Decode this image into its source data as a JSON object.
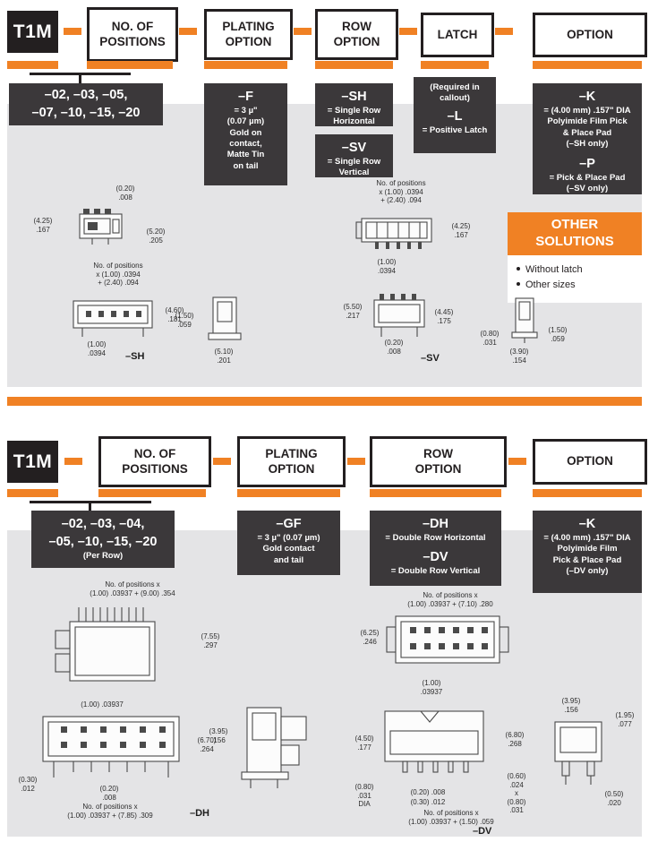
{
  "colors": {
    "orange": "#F08124",
    "dark_box": "#3B383A",
    "black": "#231F20",
    "panel_gray": "#E4E4E6"
  },
  "top": {
    "series": "T1M",
    "builder": [
      "NO. OF\nPOSITIONS",
      "PLATING\nOPTION",
      "ROW\nOPTION",
      "LATCH",
      "OPTION"
    ],
    "positions": "–02, –03, –05,\n–07, –10, –15, –20",
    "plating": {
      "code": "–F",
      "desc": "= 3 µ\"\n(0.07 µm)\nGold on\ncontact,\nMatte Tin\non tail"
    },
    "row_sh": {
      "code": "–SH",
      "desc": "= Single Row\nHorizontal"
    },
    "row_sv": {
      "code": "–SV",
      "desc": "= Single Row\nVertical"
    },
    "latch": {
      "note": "(Required in\ncallout)",
      "code": "–L",
      "desc": "= Positive Latch"
    },
    "option_k": {
      "code": "–K",
      "desc": "= (4.00 mm) .157\" DIA\nPolyimide Film Pick\n& Place Pad\n(–SH only)"
    },
    "option_p": {
      "code": "–P",
      "desc": "= Pick & Place Pad\n(–SV only)"
    },
    "other": {
      "title": "OTHER\nSOLUTIONS",
      "items": [
        "Without latch",
        "Other sizes"
      ]
    },
    "drawings": {
      "profile": {
        "dim_top": "(0.20)\n.008",
        "dim_left": "(4.25)\n.167",
        "dim_right": "(5.20)\n.205"
      },
      "svtop": {
        "dim_top": "No. of positions\nx (1.00) .0394\n+ (2.40) .094",
        "dim_right": "(4.25)\n.167",
        "dim_bottom": "(1.00)\n.0394"
      },
      "shfront": {
        "dim_top": "No. of positions\nx (1.00) .0394\n+ (2.40) .094",
        "dim_right": "(4.60)\n.181",
        "dim_bottom": "(1.00)\n.0394",
        "label": "–SH"
      },
      "shside": {
        "dim_left": "(1.50)\n.059",
        "dim_bottom": "(5.10)\n.201"
      },
      "svfront": {
        "dim_left": "(5.50)\n.217",
        "dim_right": "(4.45)\n.175",
        "dim_bottom": "(0.20)\n.008",
        "label": "–SV"
      },
      "svside": {
        "dim_left": "(0.80)\n.031",
        "dim_right": "(1.50)\n.059",
        "dim_bottom": "(3.90)\n.154"
      }
    }
  },
  "bottom": {
    "series": "T1M",
    "builder": [
      "NO. OF\nPOSITIONS",
      "PLATING\nOPTION",
      "ROW\nOPTION",
      "OPTION"
    ],
    "positions": "–02, –03, –04,\n–05, –10, –15, –20",
    "positions_note": "(Per Row)",
    "plating": {
      "code": "–GF",
      "desc": "= 3 µ\" (0.07 µm)\nGold contact\nand tail"
    },
    "row_dh": {
      "code": "–DH",
      "desc": "= Double Row Horizontal"
    },
    "row_dv": {
      "code": "–DV",
      "desc": "= Double Row Vertical"
    },
    "option_k": {
      "code": "–K",
      "desc": "= (4.00 mm) .157\" DIA\nPolyimide Film\nPick & Place Pad\n(–DV only)"
    },
    "drawings": {
      "dhtop": {
        "dim_top": "No. of positions x\n(1.00) .03937 + (9.00) .354",
        "dim_right": "(7.55)\n.297"
      },
      "dhfront": {
        "dim_top": "(1.00) .03937",
        "dim_right": "(6.70)\n.264",
        "dim_left": "(0.30)\n.012",
        "dim_bottom": "(0.20)\n.008",
        "dim_bottom2": "No. of positions x\n(1.00) .03937 + (7.85) .309",
        "label": "–DH"
      },
      "dhside": {
        "dim_left": "(3.95)\n.156"
      },
      "dvfront": {
        "dim_top": "No. of positions x\n(1.00) .03937 + (7.10) .280",
        "dim_left": "(6.25)\n.246",
        "dim_bottom": "(1.00)\n.03937"
      },
      "dvside": {
        "dim_left": "(4.50)\n.177",
        "dim_left2": "(0.80)\n.031\nDIA",
        "dim_right": "(6.80)\n.268",
        "dim_right2": "(0.60)\n.024\nx\n(0.80)\n.031",
        "dim_bottom": "(0.20) .008",
        "dim_bottom2": "(0.30) .012",
        "dim_bottom3": "No. of positions x\n(1.00) .03937 + (1.50) .059",
        "label": "–DV"
      },
      "dvend": {
        "dim_top": "(3.95)\n.156",
        "dim_right": "(1.95)\n.077",
        "dim_bottom": "(0.50)\n.020"
      }
    }
  }
}
